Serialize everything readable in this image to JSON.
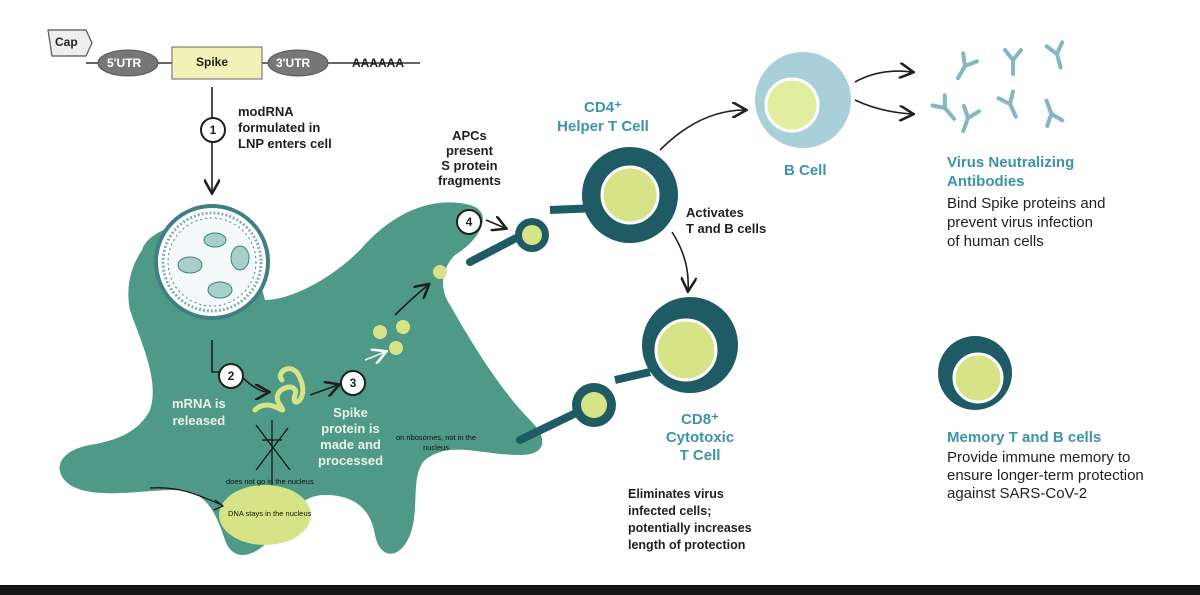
{
  "construct": {
    "cap": "Cap",
    "utr5": "5'UTR",
    "spike": "Spike",
    "utr3": "3'UTR",
    "polya": "AAAAAA"
  },
  "steps": {
    "s1_num": "1",
    "s1_text": [
      "modRNA",
      "formulated in",
      "LNP enters cell"
    ],
    "s2_num": "2",
    "s2_text": [
      "mRNA is",
      "released"
    ],
    "s3_num": "3",
    "s3_text": [
      "Spike",
      "protein is",
      "made and",
      "processed"
    ],
    "s4_num": "4",
    "s4_text": [
      "APCs",
      "present",
      "S protein",
      "fragments"
    ]
  },
  "cells": {
    "cd4_title": [
      "CD4⁺",
      "Helper T Cell"
    ],
    "b_cell": "B Cell",
    "activates": [
      "Activates",
      "T and B cells"
    ],
    "cd8_title": [
      "CD8⁺",
      "Cytotoxic",
      "T Cell"
    ],
    "cd8_desc": [
      "Eliminates virus",
      "infected cells;",
      "potentially increases",
      "length of protection"
    ]
  },
  "antibodies": {
    "title": [
      "Virus Neutralizing",
      "Antibodies"
    ],
    "desc": [
      "Bind Spike proteins and",
      "prevent virus infection",
      "of human cells"
    ]
  },
  "memory": {
    "title": "Memory T and B cells",
    "desc": [
      "Provide immune memory to",
      "ensure longer-term protection",
      "against SARS-CoV-2"
    ]
  },
  "annotations": {
    "ribosomes": [
      "on ribosomes, not in the",
      "nucleus"
    ],
    "not_nucleus": "does not go in the nucleus",
    "dna_stays": "DNA stays in the nucleus"
  },
  "colors": {
    "cell_teal": "#4f9a86",
    "dark_teal": "#1e5b64",
    "yellow_green": "#d6e487",
    "light_blue": "#a9d0d8",
    "antibody_blue": "#86b6c4",
    "head_blue": "#3e93a8"
  }
}
